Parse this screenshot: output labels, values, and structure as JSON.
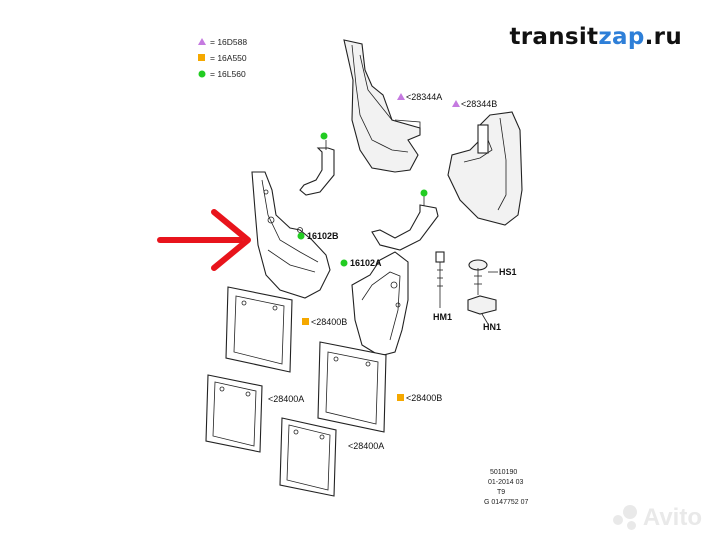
{
  "brand": {
    "part1": "transit",
    "part2": "zap",
    "part3": ".ru",
    "accent_color": "#2e7fd8"
  },
  "legend": [
    {
      "marker": "triangle",
      "color": "#c57ae0",
      "text": "= 16D588"
    },
    {
      "marker": "square",
      "color": "#f5a800",
      "text": "= 16A550"
    },
    {
      "marker": "circle",
      "color": "#22cc22",
      "text": "= 16L560"
    }
  ],
  "callouts": {
    "c28344a_1": "<28344A",
    "c28344b": "<28344B",
    "c16102b": "16102B",
    "c16102a": "16102A",
    "chs1": "HS1",
    "chm1": "HM1",
    "chn1": "HN1",
    "c28400b_1": "<28400B",
    "c28400b_2": "<28400B",
    "c28400a_1": "<28400A",
    "c28400a_2": "<28400A"
  },
  "meta": {
    "line1": "5010190",
    "line2": "01-2014 03",
    "line3": "T9",
    "line4": "G 0147752 07"
  },
  "watermark": {
    "text": "Avito"
  },
  "colors": {
    "arrow": "#e8141c",
    "triangle": "#c57ae0",
    "square": "#f5a800",
    "circle": "#22cc22"
  }
}
